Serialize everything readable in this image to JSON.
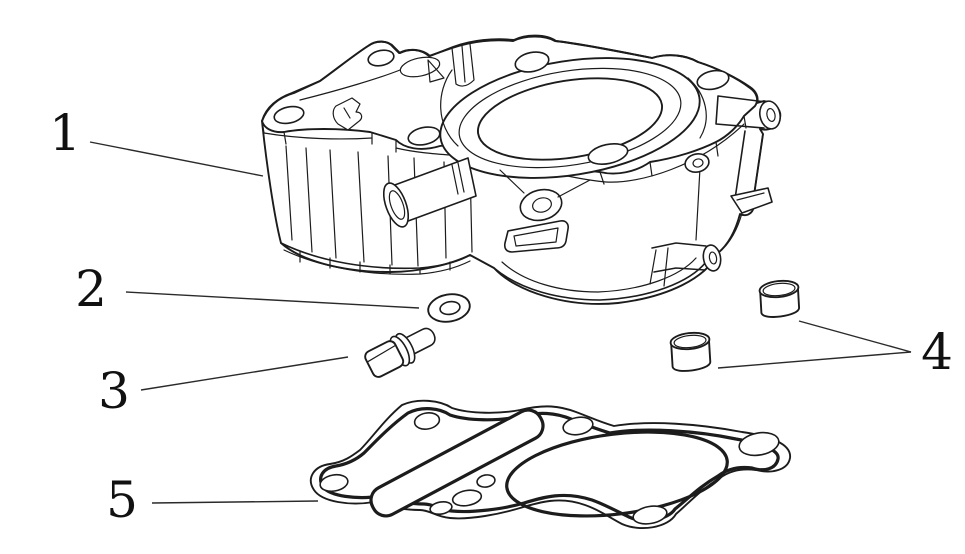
{
  "diagram": {
    "background_color": "#ffffff",
    "line_color": "#1c1c1c",
    "callouts": [
      {
        "label": "1",
        "part": "cylinder-block"
      },
      {
        "label": "2",
        "part": "sealing-washer"
      },
      {
        "label": "3",
        "part": "flange-bolt"
      },
      {
        "label": "4",
        "part": "dowel-pin-pair"
      },
      {
        "label": "5",
        "part": "cylinder-gasket"
      }
    ]
  }
}
